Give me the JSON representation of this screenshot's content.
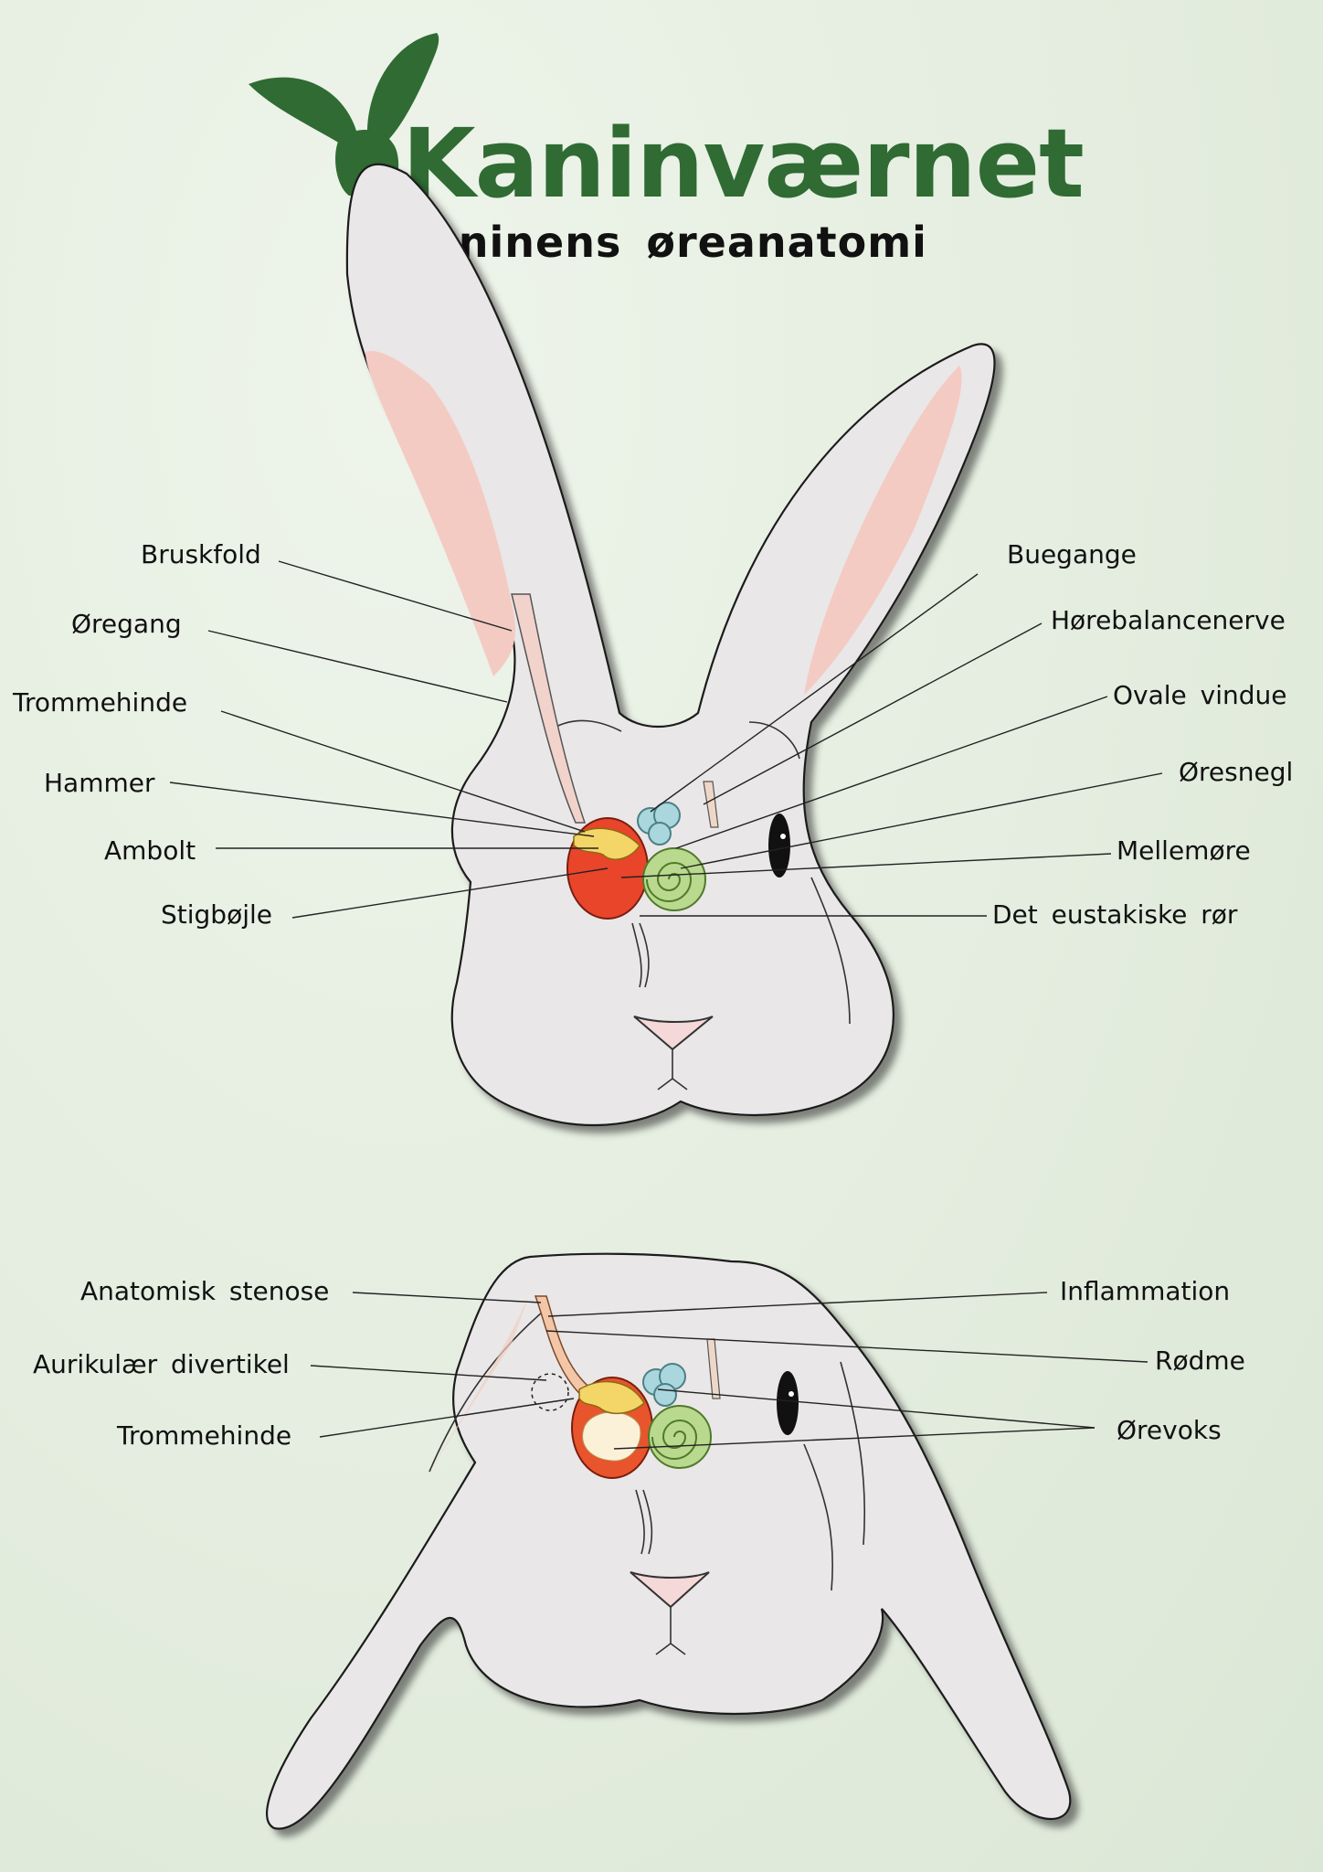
{
  "header": {
    "brand": "Kaninværnet",
    "subtitle": "Kaninens øreanatomi"
  },
  "upright": {
    "left_labels": [
      "Bruskfold",
      "Øregang",
      "Trommehinde",
      "Hammer",
      "Ambolt",
      "Stigbøjle"
    ],
    "right_labels": [
      "Buegange",
      "Hørebalancenerve",
      "Ovale vindue",
      "Øresnegl",
      "Mellemøre",
      "Det eustakiske rør"
    ]
  },
  "lop": {
    "left_labels": [
      "Anatomisk stenose",
      "Aurikulær divertikel",
      "Trommehinde"
    ],
    "right_labels": [
      "Inflammation",
      "Rødme",
      "Ørevoks"
    ]
  },
  "colors": {
    "brand_green": "#2f6b33",
    "skin": "#e9e7e7",
    "inner_ear_pink": "#f3cbc3",
    "middle_ear_red": "#e8452b",
    "cochlea_green": "#b9d98f",
    "canals_blue": "#a9d7dd"
  },
  "icons": [
    "rabbit-ears-logo-icon"
  ]
}
